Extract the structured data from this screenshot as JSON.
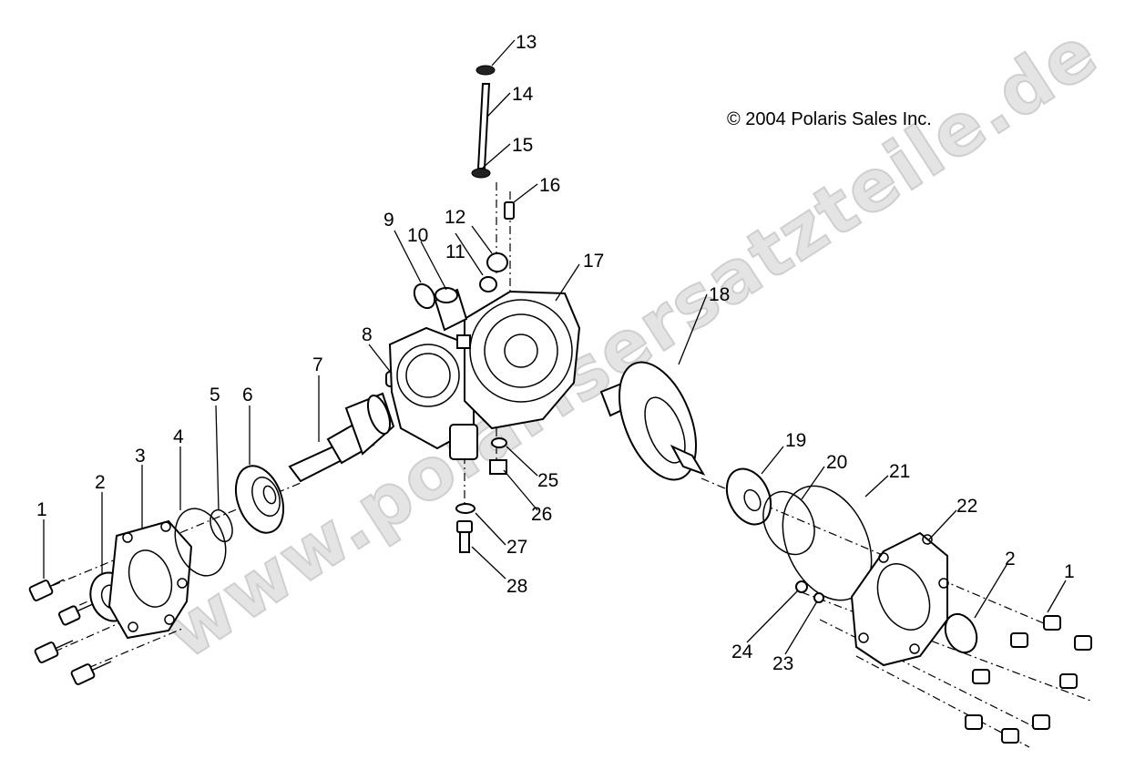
{
  "copyright": "© 2004 Polaris Sales Inc.",
  "watermark": "www.polarisersatzteile.de",
  "callouts": [
    "1",
    "2",
    "3",
    "4",
    "5",
    "6",
    "7",
    "8",
    "9",
    "10",
    "11",
    "12",
    "13",
    "14",
    "15",
    "16",
    "17",
    "18",
    "19",
    "20",
    "21",
    "22",
    "2",
    "1",
    "24",
    "23",
    "25",
    "26",
    "27",
    "28"
  ]
}
